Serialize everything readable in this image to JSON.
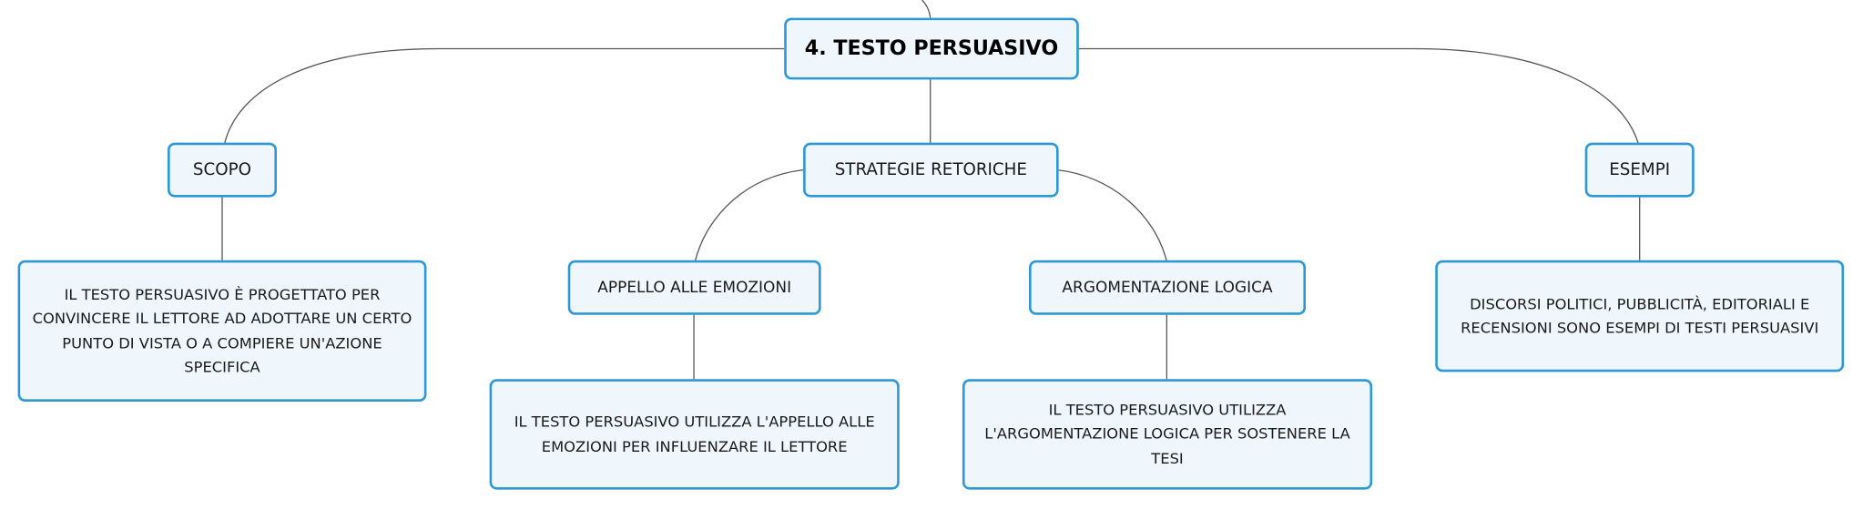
{
  "diagram": {
    "root": {
      "label": "4. TESTO PERSUASIVO"
    },
    "branches": {
      "scopo": {
        "label": "SCOPO",
        "detail": "IL TESTO PERSUASIVO È PROGETTATO PER CONVINCERE IL LETTORE AD ADOTTARE UN CERTO PUNTO DI VISTA O A COMPIERE UN'AZIONE SPECIFICA"
      },
      "strategie": {
        "label": "STRATEGIE RETORICHE",
        "children": {
          "emozioni": {
            "label": "APPELLO ALLE EMOZIONI",
            "detail": "IL TESTO PERSUASIVO UTILIZZA L'APPELLO ALLE EMOZIONI PER INFLUENZARE IL LETTORE"
          },
          "logica": {
            "label": "ARGOMENTAZIONE LOGICA",
            "detail": "IL TESTO PERSUASIVO UTILIZZA L'ARGOMENTAZIONE LOGICA PER SOSTENERE LA TESI"
          }
        }
      },
      "esempi": {
        "label": "ESEMPI",
        "detail": "DISCORSI POLITICI, PUBBLICITÀ, EDITORIALI E RECENSIONI SONO ESEMPI DI TESTI PERSUASIVI"
      }
    }
  },
  "colors": {
    "node_border": "#2e97d7",
    "node_fill": "#eff7fd",
    "connector": "#555555"
  }
}
